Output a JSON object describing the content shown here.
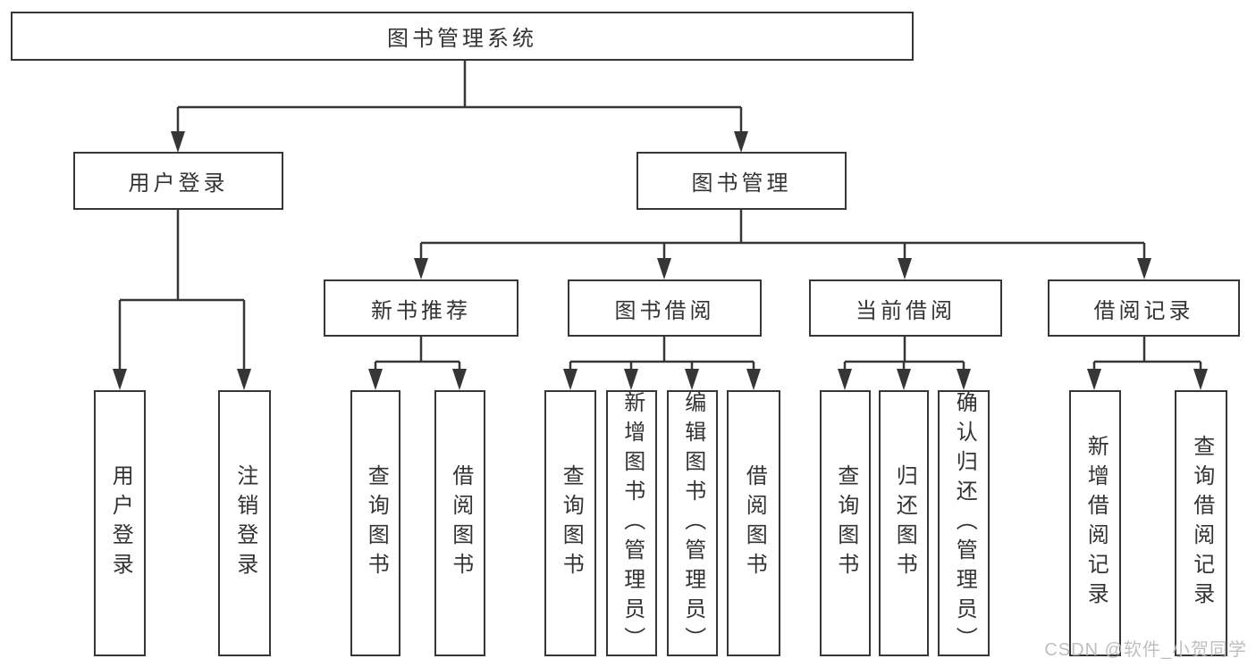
{
  "colors": {
    "stroke": "#363636",
    "text": "#333333",
    "background": "#ffffff",
    "watermark": "#bababa"
  },
  "watermark": {
    "text": "CSDN @软件_小贺同学"
  },
  "tree": {
    "root": {
      "label": "图书管理系统"
    },
    "branches": [
      {
        "label": "用户登录",
        "children": [
          {
            "label": "用户登录"
          },
          {
            "label": "注销登录"
          }
        ]
      },
      {
        "label": "图书管理",
        "children": [
          {
            "label": "新书推荐",
            "children": [
              {
                "label": "查询图书"
              },
              {
                "label": "借阅图书"
              }
            ]
          },
          {
            "label": "图书借阅",
            "children": [
              {
                "label": "查询图书"
              },
              {
                "label": "新增图书（管理员）"
              },
              {
                "label": "编辑图书（管理员）"
              },
              {
                "label": "借阅图书"
              }
            ]
          },
          {
            "label": "当前借阅",
            "children": [
              {
                "label": "查询图书"
              },
              {
                "label": "归还图书"
              },
              {
                "label": "确认归还（管理员）"
              }
            ]
          },
          {
            "label": "借阅记录",
            "children": [
              {
                "label": "新增借阅记录"
              },
              {
                "label": "查询借阅记录"
              }
            ]
          }
        ]
      }
    ]
  }
}
